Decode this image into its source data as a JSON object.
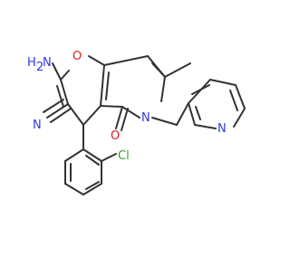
{
  "molecule": {
    "atom_labels": {
      "amino_n": "H",
      "amino_sub": "2",
      "amino_n_letter": "N",
      "ring_oxygen": "O",
      "nitrile_n": "N",
      "carbonyl_o": "O",
      "lactam_n": "N",
      "pyridine_n": "N",
      "chlorine": "Cl"
    },
    "colors": {
      "bond": "#333333",
      "nitrogen": "#2d3ae0",
      "oxygen": "#e0191e",
      "chlorine": "#33a02c",
      "background": "#ffffff"
    }
  }
}
